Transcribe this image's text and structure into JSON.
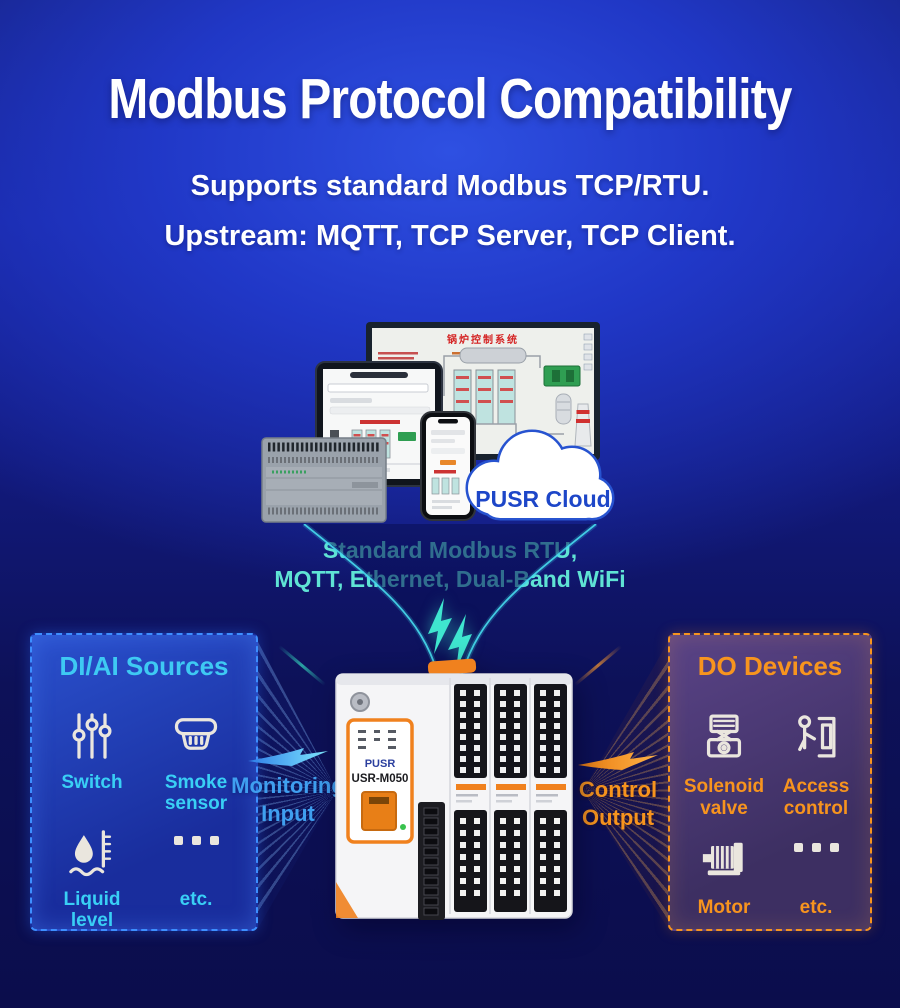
{
  "page": {
    "title": "Modbus Protocol Compatibility",
    "subtitle_line1": "Supports standard Modbus TCP/RTU.",
    "subtitle_line2": "Upstream: MQTT, TCP Server, TCP Client."
  },
  "cloud": {
    "label": "PUSR Cloud"
  },
  "scada": {
    "title": "锅炉控制系统"
  },
  "link_text": {
    "line1": "Standard Modbus RTU,",
    "line2": "MQTT, Ethernet, Dual-Band WiFi"
  },
  "gateway": {
    "brand": "PUSR",
    "model": "USR-M050"
  },
  "left_panel": {
    "title": "DI/AI Sources",
    "items": [
      {
        "icon": "sliders-icon",
        "label": "Switch"
      },
      {
        "icon": "smoke-sensor-icon",
        "label": "Smoke sensor"
      },
      {
        "icon": "liquid-level-icon",
        "label": "Liquid level"
      },
      {
        "icon": "ellipsis-icon",
        "label": "etc."
      }
    ],
    "arrow": {
      "line1": "Monitoring",
      "line2": "Input"
    }
  },
  "right_panel": {
    "title": "DO Devices",
    "items": [
      {
        "icon": "solenoid-valve-icon",
        "label": "Solenoid valve"
      },
      {
        "icon": "access-control-icon",
        "label": "Access control"
      },
      {
        "icon": "motor-icon",
        "label": "Motor"
      },
      {
        "icon": "ellipsis-icon",
        "label": "etc."
      }
    ],
    "arrow": {
      "line1": "Control",
      "line2": "Output"
    }
  },
  "colors": {
    "accent_cyan": "#5FE3D4",
    "panel_text_cyan": "#3EC9F3",
    "flow_blue": "#3F9FF0",
    "accent_orange": "#F7941E",
    "cloud_text_blue": "#1D46C8"
  }
}
